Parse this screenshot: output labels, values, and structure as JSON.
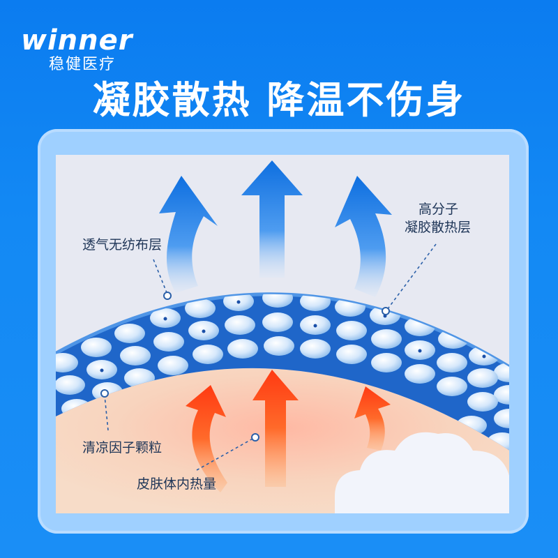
{
  "brand": {
    "name_en": "winner",
    "name_cn": "稳健医疗"
  },
  "headline": "凝胶散热 降温不伤身",
  "diagram": {
    "labels": {
      "nonwoven": "透气无纺布层",
      "gel_line1": "高分子",
      "gel_line2": "凝胶散热层",
      "particles": "清凉因子颗粒",
      "heat": "皮肤体内热量"
    }
  },
  "colors": {
    "background": "#0a7ff0",
    "frame": "#9fd0ff",
    "panel": "#e7e9f2",
    "skin": "#f7d9c4",
    "gel_band": "#1f66c9",
    "arrow_up": "#1d6fd6",
    "arrow_heat": "#ff4a17"
  }
}
